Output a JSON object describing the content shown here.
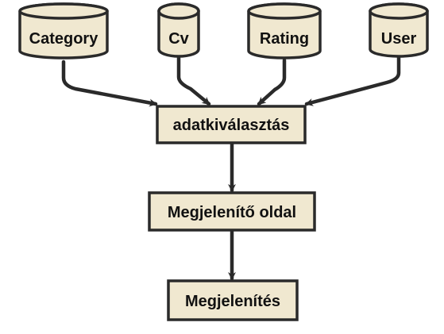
{
  "diagram": {
    "sources": [
      {
        "id": "category",
        "label": "Category"
      },
      {
        "id": "cv",
        "label": "Cv"
      },
      {
        "id": "rating",
        "label": "Rating"
      },
      {
        "id": "user",
        "label": "User"
      }
    ],
    "processes": [
      {
        "id": "adatkivalasztas",
        "label": "adatkiválasztás"
      },
      {
        "id": "megjelenito-oldal",
        "label": "Megjelenítő oldal"
      },
      {
        "id": "megjelenites",
        "label": "Megjelenítés"
      }
    ],
    "edges": [
      {
        "from": "category",
        "to": "adatkivalasztas"
      },
      {
        "from": "cv",
        "to": "adatkivalasztas"
      },
      {
        "from": "rating",
        "to": "adatkivalasztas"
      },
      {
        "from": "user",
        "to": "adatkivalasztas"
      },
      {
        "from": "adatkivalasztas",
        "to": "megjelenito-oldal"
      },
      {
        "from": "megjelenito-oldal",
        "to": "megjelenites"
      }
    ],
    "colors": {
      "fill": "#f0e8d0",
      "stroke": "#2a2a2a",
      "text": "#111111"
    }
  }
}
